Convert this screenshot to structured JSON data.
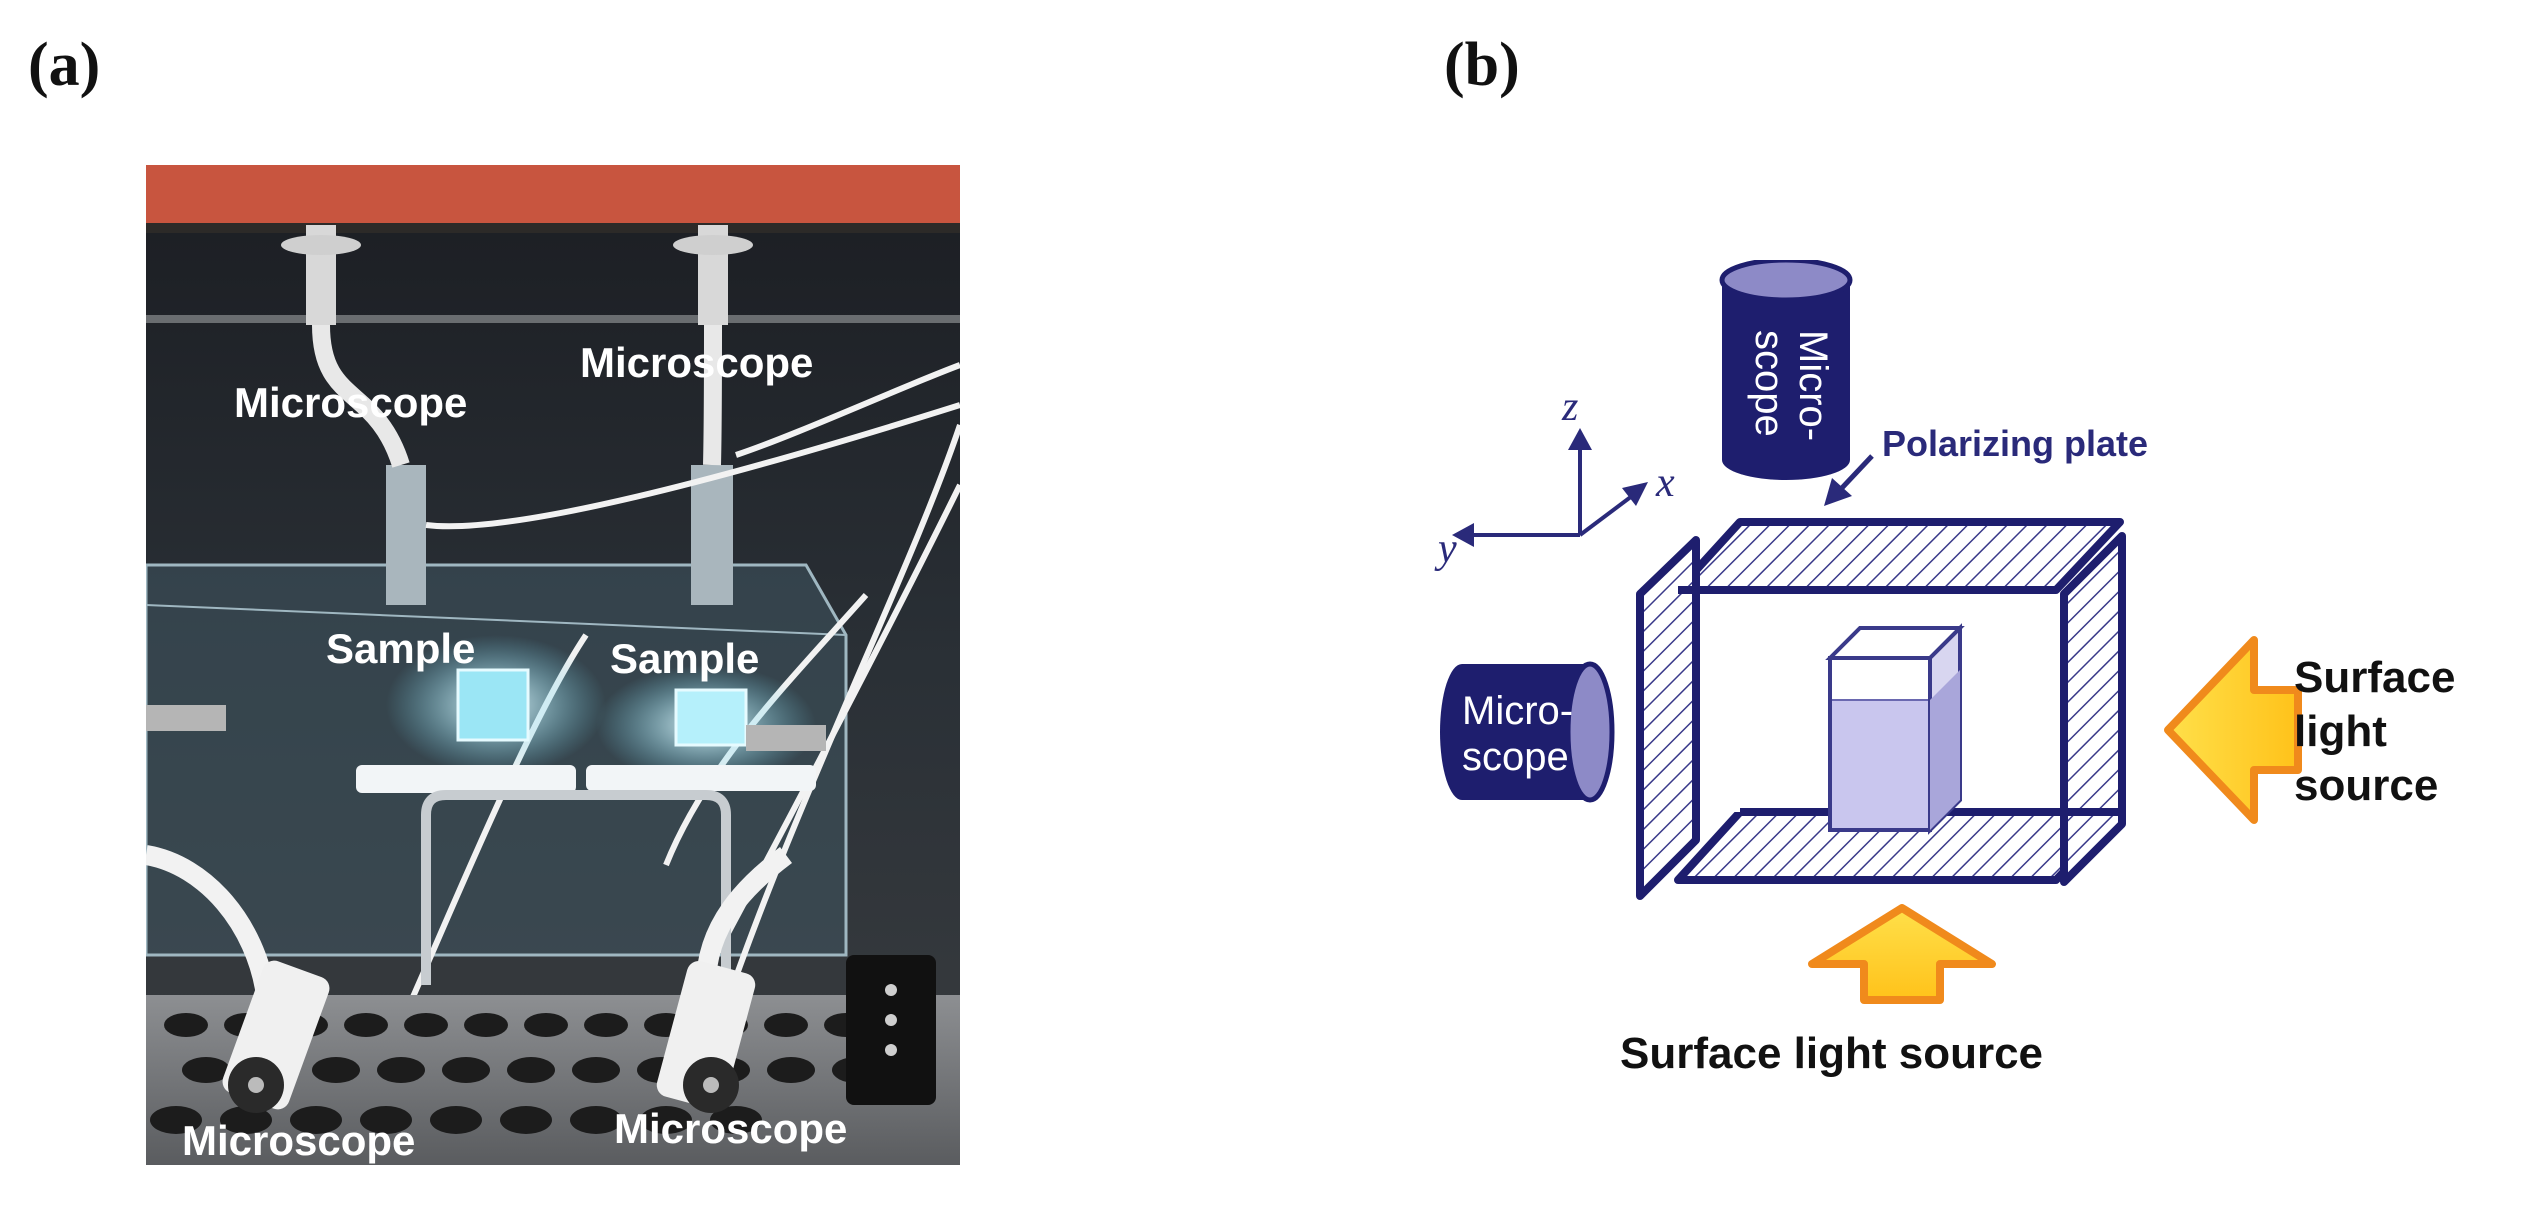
{
  "panels": {
    "a": {
      "label": "(a)"
    },
    "b": {
      "label": "(b)"
    }
  },
  "photo": {
    "labels": {
      "microscope_top_left": "Microscope",
      "microscope_top_right": "Microscope",
      "sample_left": "Sample",
      "sample_right": "Sample",
      "microscope_bottom_left": "Microscope",
      "microscope_bottom_right": "Microscope"
    }
  },
  "diagram": {
    "microscope_top": {
      "line1": "Micro-",
      "line2": "scope"
    },
    "microscope_side": {
      "line1": "Micro-",
      "line2": "scope"
    },
    "polarizing_plate": "Polarizing plate",
    "light_right": {
      "line1": "Surface",
      "line2": "light",
      "line3": "source"
    },
    "light_bottom": "Surface light source",
    "axes": {
      "z": "z",
      "x": "x",
      "y": "y"
    }
  },
  "colors": {
    "navy": "#1e1e6e",
    "plate_blue": "#3a3a8a",
    "arrow_orange": "#f08a1c",
    "arrow_yellow": "#ffd21f",
    "cuvette_fill": "#c9c6ee",
    "photo_red": "#c8553f"
  }
}
